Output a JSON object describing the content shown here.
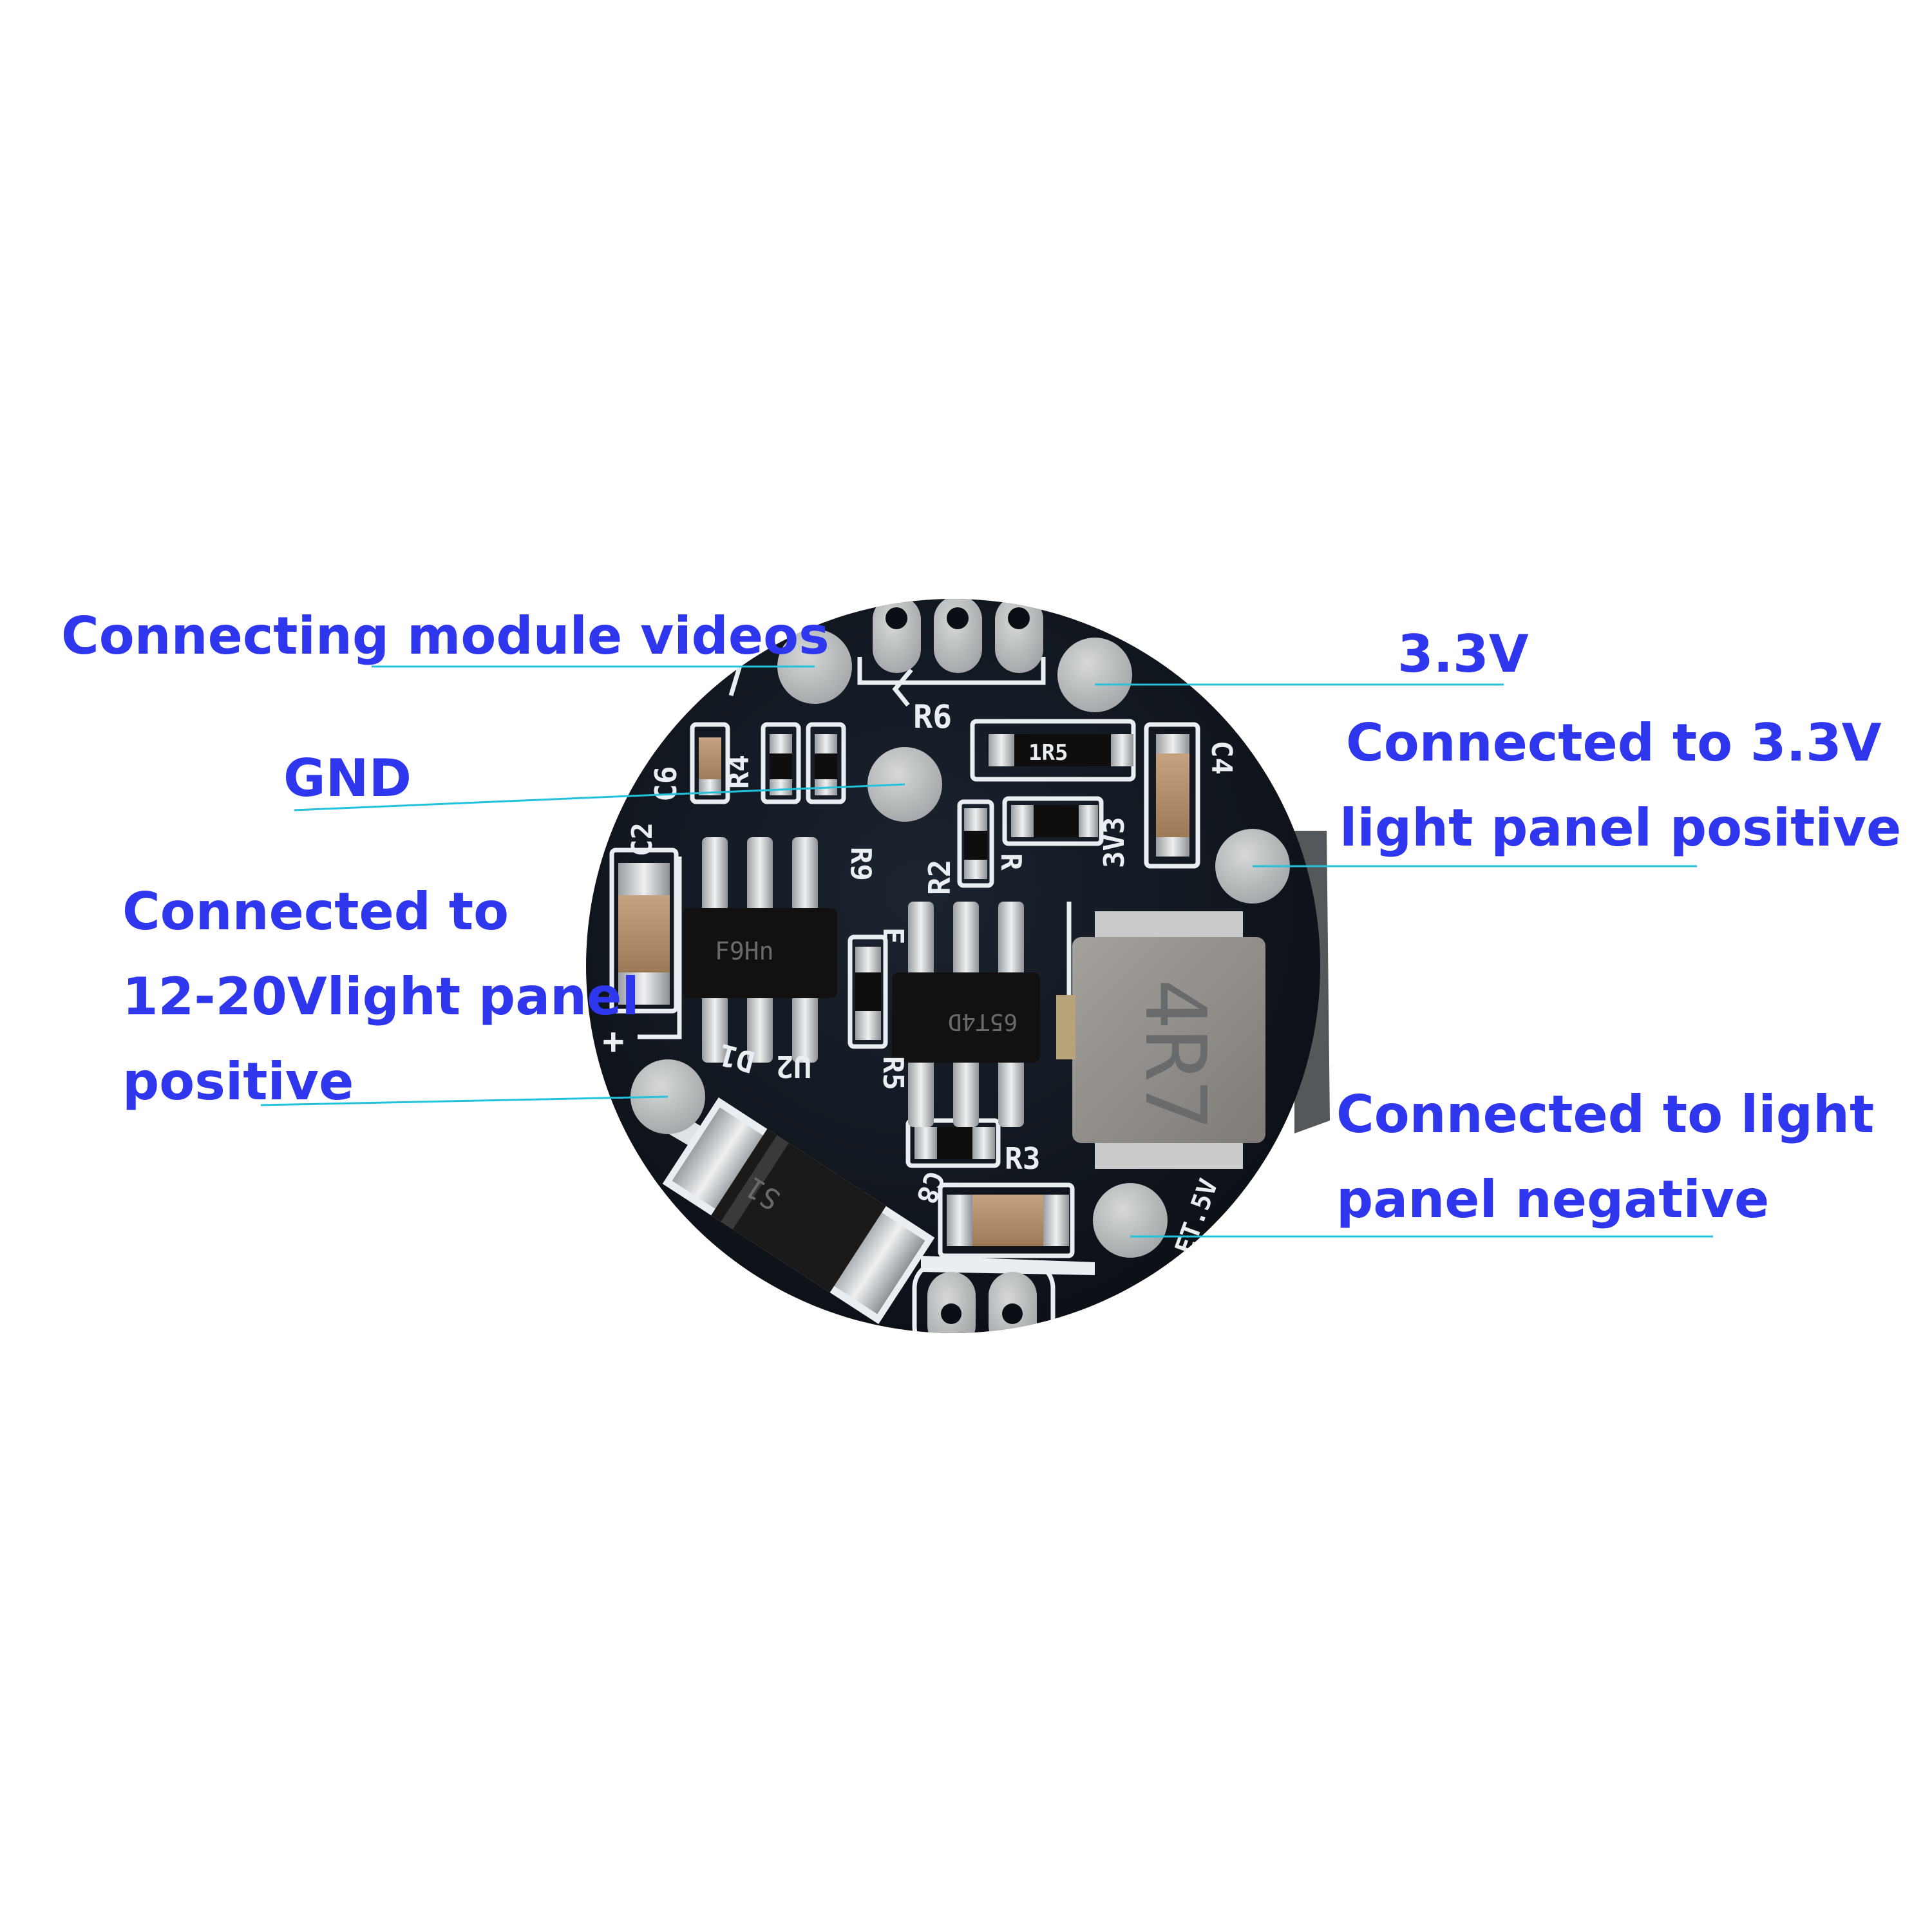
{
  "colors": {
    "label_text": "#2f37ee",
    "leader_line": "#22c2dd",
    "pcb_body": "#10151c",
    "silkscreen": "#e9eef2",
    "pad": "#b9bcbd"
  },
  "labels": {
    "video": {
      "lines": [
        "Connecting module videos"
      ]
    },
    "gnd": {
      "lines": [
        "GND"
      ]
    },
    "input_positive": {
      "lines": [
        "Connected to",
        "12-20Vlight panel",
        "positive"
      ]
    },
    "v33": {
      "lines": [
        "3.3V"
      ]
    },
    "panel_33_positive": {
      "lines": [
        "Connected to 3.3V",
        "light panel positive"
      ]
    },
    "panel_negative": {
      "lines": [
        "Connected to light",
        "panel negative"
      ]
    }
  },
  "silkscreen": {
    "r6": "R6",
    "r2": "R2",
    "r3": "R3",
    "r4": "R4",
    "r5": "R5",
    "r9": "R9",
    "c2": "C2",
    "c6": "C6",
    "c4": "C4",
    "c8": "C8",
    "v3v3": "3V3",
    "u2": "U2",
    "d1": "D1",
    "plus": "+",
    "tp": "ET.5V",
    "r_small": "R",
    "r_e": "E"
  },
  "component_markings": {
    "inductor": "4R7",
    "resistor_r6": "1R5",
    "diode": "S1",
    "ic_left": "F9Hn",
    "ic_right": "65T4D"
  }
}
